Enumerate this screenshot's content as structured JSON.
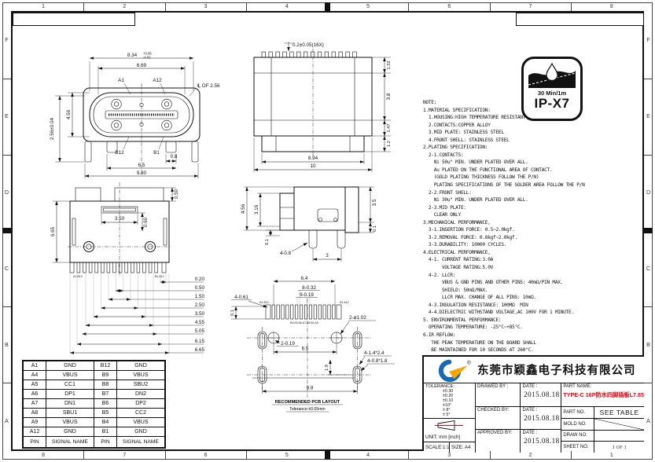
{
  "sheet": {
    "rulers": {
      "top": [
        "1",
        "2",
        "3",
        "4",
        "5",
        "6",
        "7",
        "8"
      ],
      "bottom": [
        "8",
        "7",
        "6",
        "5",
        "4",
        "3",
        "2",
        "1"
      ],
      "left": [
        "F",
        "E",
        "D",
        "C",
        "B",
        "A"
      ],
      "right": [
        "F",
        "E",
        "D",
        "C",
        "B",
        "A"
      ]
    }
  },
  "ipx7": {
    "line1": "30 Min/1m",
    "line2": "IP-X7"
  },
  "notes": {
    "lines": [
      "NOTE:",
      "1.MATERIAL SPECIFICATION:",
      "  1.HOUSING:HIGH TEMPERATURE RESISTANT PLASTIC,UL94 V-0.",
      "  2.CONTACTS:COPPER ALLOY",
      "  3.MID PLATE: STAINLESS STEEL",
      "  4.FRONT SHELL: STAINLESS STEEL",
      "2.PLATING SPECIFICATION:",
      "  2-1.CONTACTS:",
      "    Ni 50u\" MIN. UNDER PLATED OVER ALL.",
      "    Au PLATED ON THE FUNCTIONAL AREA OF CONTACT.",
      "    (GOLD PLATING THICKNESS FOLLOW THE P/N)",
      "    PLATING SPECIFICATIONS OF THE SOLDER AREA FOLLOW THE P/N",
      "  2-2.FRONT SHELL:",
      "    Ni 30u\" MIN. UNDER PLATED OVER ALL.",
      "  2-3.MID PLATE:",
      "    CLEAR ONLY",
      "3.MECHANICAL PERFORMANCE,",
      "  3-1.INSERTION FORCE: 0.5~2.0kgf.",
      "  3-2.REMOVAL FORCE: 0.8kgf~2.0kgf.",
      "  3-3.DURABILITY: 10000 CYCLES.",
      "4.ELECTRICAL PERFORMANCE,",
      "  4-1. CURRENT RATING:3.0A",
      "       VOLTAGE RATING:5.0V",
      "  4-2. LLCR:",
      "       VBUS & GND PINS AND OTHER PINS: 40mΩ/PIN MAX.",
      "       SHIELD: 50mΩ/MAX.",
      "       LLCR MAX. CHANGE OF ALL PINS: 10mΩ.",
      "  4-3.INSULATION RESISTANCE: 100MΩ  MIN",
      "  4-4.DIELECTRIC WITHSTAND VOLTAGE,AC 100V FOR 1 MINUTE.",
      "5. ENVIRONMENTAL PERFORMANCE:",
      "  OPERATING TEMPERATURE: -25°C~+85°C.",
      "6.IR REFLOW:",
      "   THE PEAK TEMPERATURE ON THE BOARD SHALL",
      "   BE MAINTAINED FOR 10 SECONDS AT 260°C."
    ]
  },
  "views": {
    "front": {
      "d834": "8.34",
      "tol_up": "+0.06",
      "tol_dn": "-0.02",
      "d669": "6.69",
      "a1": "A1",
      "a12": "A12",
      "cl256": "℄ OF 2.56",
      "d456": "4.56",
      "d256": "2.56±0.04",
      "b12": "B12",
      "b1": "B1",
      "d08": "0.8",
      "d65": "6.5",
      "d980": "9.80"
    },
    "rear": {
      "ann": "0.2±0.05(16X)",
      "d132": "1.32",
      "d38": "3.8",
      "d147": "1.47",
      "d12": "1.2",
      "d894": "8.94",
      "d10": "10"
    },
    "top": {
      "d665": "6.65",
      "d350": "3.50",
      "d060": "0.60",
      "d050": "0.50",
      "lblL": "A1 B12",
      "lblR": "B1 A12",
      "ladder": [
        "0.20",
        "0.50",
        "1.50",
        "2.50",
        "3.50",
        "4.55",
        "5.05",
        "6.15",
        "6.65"
      ]
    },
    "side": {
      "d456": "4.56",
      "d316": "3.16",
      "d35": "3.5",
      "d01r": "0.1",
      "d01b": "0.1",
      "d408": "4-0.8",
      "d3": "3"
    },
    "pcb": {
      "d64": "6.4",
      "d8032": "8-0.32",
      "d9019": "9-0.19",
      "d4061": "4-0.61",
      "d01": "0.1",
      "d2102": "2-ø1.02",
      "d2019": "2-0.19",
      "d65": "6.5",
      "d1424": "4-1.4*2.4",
      "d0818": "4-0.8*1.8",
      "d19": "1.9",
      "d98": "9.8",
      "padL": "A1 B12",
      "padR": "B1 A12",
      "pads": "B9  A5  A6 A7  A9  B4 A9",
      "cap1": "RECOMMENDED PCB LAYOUT",
      "cap2": "Tolerance:±0.05mm"
    }
  },
  "pin_table": {
    "headers": [
      "PIN",
      "SIGNAL NAME",
      "PIN",
      "SIGNAL NAME"
    ],
    "rows": [
      [
        "A1",
        "GND",
        "B12",
        "GND"
      ],
      [
        "A4",
        "VBUS",
        "B9",
        "VBUS"
      ],
      [
        "A5",
        "CC1",
        "B8",
        "SBU2"
      ],
      [
        "A6",
        "DP1",
        "B7",
        "DN2"
      ],
      [
        "A7",
        "DN1",
        "B6",
        "DP2"
      ],
      [
        "A8",
        "SBU1",
        "B5",
        "CC2"
      ],
      [
        "A9",
        "VBUS",
        "B4",
        "VBUS"
      ],
      [
        "A12",
        "GND",
        "B1",
        "GND"
      ]
    ]
  },
  "title_block": {
    "company": "东莞市颖鑫电子科技有限公司",
    "tolerance_label": "TOLERANCE:",
    "tol_lines": [
      "±0.30",
      "±0.20",
      "±0.10",
      "±10°",
      "± 8°",
      "± 5°"
    ],
    "unit": "UNIT: mm [inch]",
    "scale": "SCALE:1:1",
    "size": "SIZE: A4",
    "drawed_by": "DRAWED BY :",
    "checked_by": "CHECKED BY:",
    "approved_by": "APPROVED BY:",
    "date_label": "DATE :",
    "dates": [
      "2015.08.18",
      "2015.08.18",
      "2015.08.18"
    ],
    "part_name_label": "PART NAME:",
    "part_name": "TYPE-C 16P防水四脚插板L7.85",
    "part_no_label": "PART NO.",
    "part_no": "SEE TABLE",
    "mold_no_label": "MOLD NO.",
    "draw_no_label": "DRAW NO:",
    "sheet_no_label": "SHEET NO.",
    "sheet_no": "1 OF 1"
  },
  "colors": {
    "accent_red": "#e8000d",
    "logo_blue": "#1668b8",
    "logo_orange": "#f7a600"
  }
}
